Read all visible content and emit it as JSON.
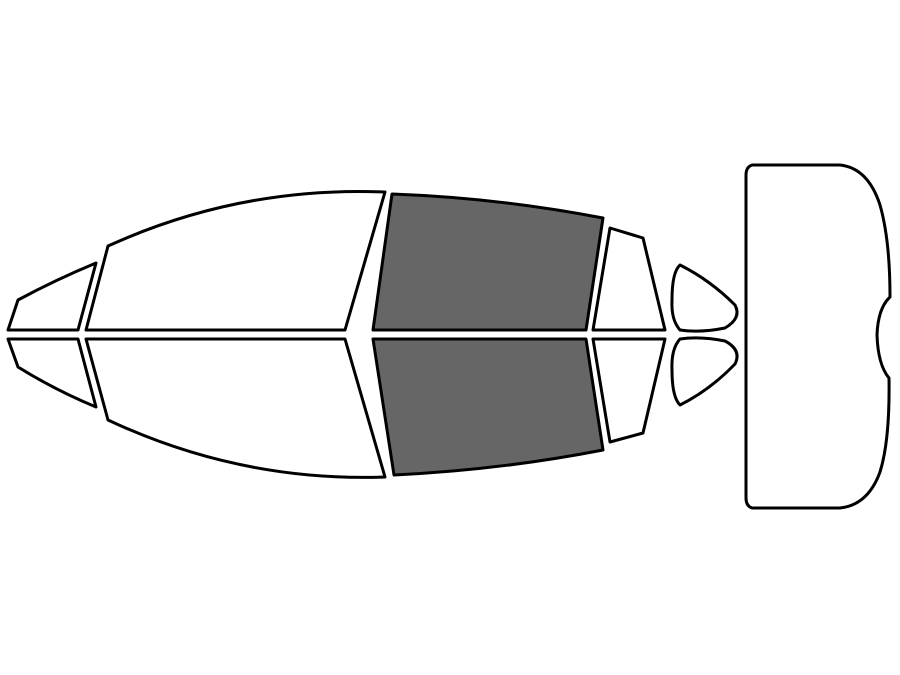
{
  "colors": {
    "background": "#ffffff",
    "outline": "#000000",
    "unselected_fill": "#ffffff",
    "selected_fill": "#666666"
  },
  "windows": [
    {
      "id": "front-quarter-top",
      "selected": false
    },
    {
      "id": "front-quarter-bottom",
      "selected": false
    },
    {
      "id": "front-door-top",
      "selected": false
    },
    {
      "id": "front-door-bottom",
      "selected": false
    },
    {
      "id": "rear-door-top",
      "selected": true
    },
    {
      "id": "rear-door-bottom",
      "selected": true
    },
    {
      "id": "rear-quarter-top",
      "selected": false
    },
    {
      "id": "rear-quarter-bottom",
      "selected": false
    },
    {
      "id": "rear-vent-top",
      "selected": false
    },
    {
      "id": "rear-vent-bottom",
      "selected": false
    },
    {
      "id": "rear-windshield",
      "selected": false
    }
  ]
}
